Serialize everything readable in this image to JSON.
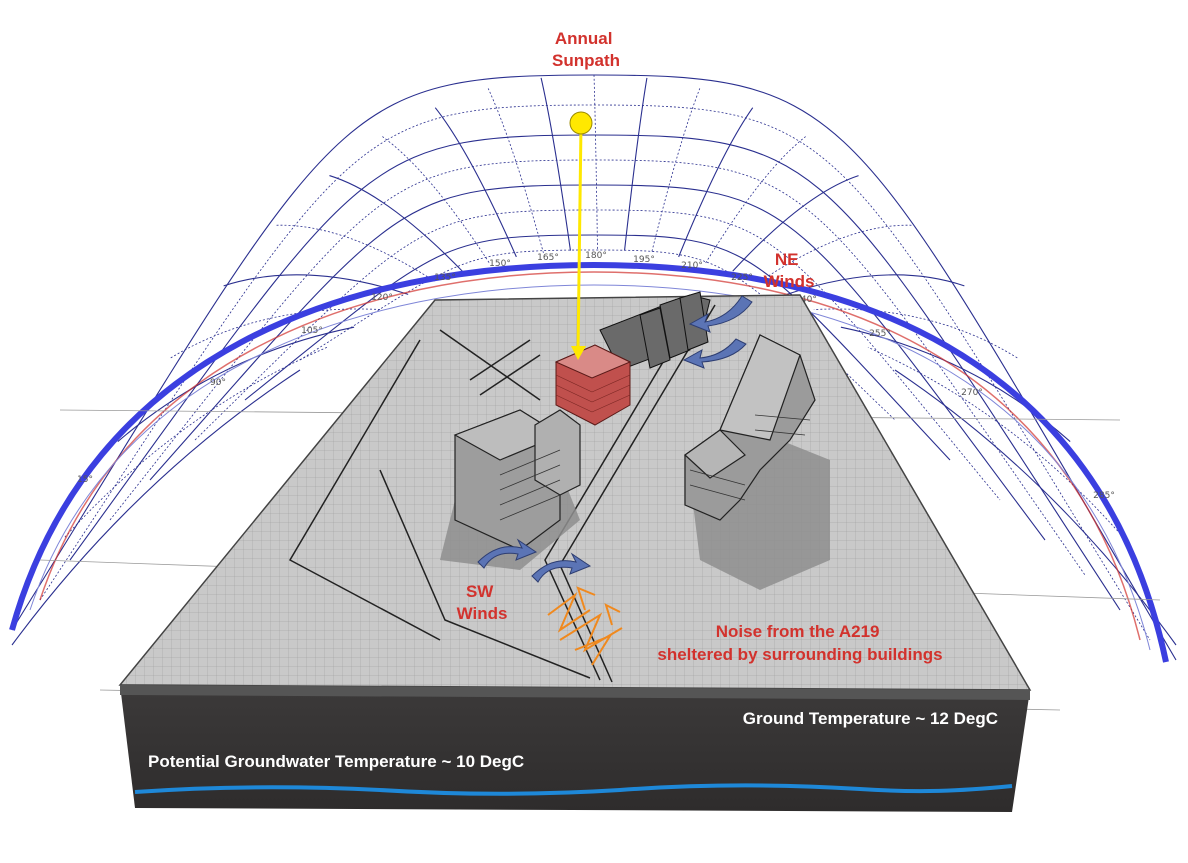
{
  "labels": {
    "sunpath_line1": "Annual",
    "sunpath_line2": "Sunpath",
    "ne_line1": "NE",
    "ne_line2": "Winds",
    "sw_line1": "SW",
    "sw_line2": "Winds",
    "noise_line1": "Noise from the A219",
    "noise_line2": "sheltered by surrounding buildings",
    "ground_temp": "Ground Temperature ~ 12 DegC",
    "groundwater_temp": "Potential Groundwater  Temperature ~ 10 DegC"
  },
  "azimuth_ticks": [
    "15°",
    "90°",
    "105°",
    "120°",
    "135°",
    "150°",
    "165°",
    "180°",
    "195°",
    "210°",
    "225°",
    "240°",
    "255°",
    "270°",
    "285°"
  ],
  "colors": {
    "label_red": "#d2322d",
    "sunpath_grid": "#2a2f8f",
    "horizon_ring": "#3b3fe0",
    "sun": "#ffe800",
    "sun_ray": "#ffe800",
    "target_building": "#c0504d",
    "wind_arrow": "#5b74b5",
    "noise": "#f0891e",
    "ground_section": "#3a3a3a",
    "groundwater": "#1e88d8"
  }
}
